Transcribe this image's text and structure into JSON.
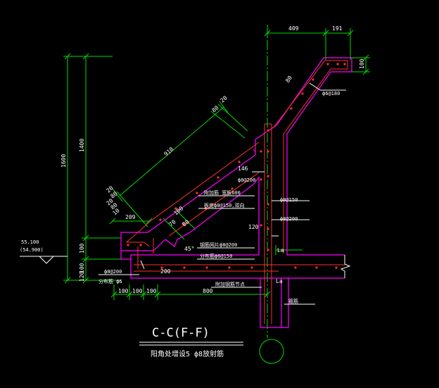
{
  "title": "C-C(F-F)",
  "subtitle": "阳角处增设5 ф8放射筋",
  "dims": {
    "top_409": "409",
    "top_191": "191",
    "right_100": "100",
    "h_1600": "1600",
    "h_1400": "1400",
    "v_100a": "100",
    "v_100b": "100",
    "v_120": "120",
    "slope_910": "910",
    "slope_80a": "80",
    "slope_20a": "20",
    "slope_80b": "80",
    "slope_20b": "20",
    "d_80c": "80",
    "d_20c": "20",
    "d_10": "10",
    "d_209": "209",
    "d_100s": "100",
    "d_70": "70",
    "d_80r": "80",
    "d_146": "146",
    "d_120": "120",
    "b_100a": "100",
    "b_100b": "100",
    "b_100c": "100",
    "b_800": "800",
    "b_200": "200",
    "angle": "45°"
  },
  "labels": {
    "level_top": "55.100",
    "level_bottom": "(54.900)",
    "rebar_a": "ф6@180",
    "rebar_b": "ф8@200",
    "rebar_c": "ф8@150",
    "rebar_d": "ф8@200",
    "rebar_e": "ф8@200",
    "note_a1": "附加筋 宽板600",
    "note_a2": "板底ф8@150,双向",
    "note_b1": "钢筋网片ф8@200",
    "note_b2": "分布筋ф6@150",
    "note_c": "分布筋 ф6",
    "note_d": "附加钢筋节点",
    "note_e": "箍筋",
    "la_1": "La",
    "la_2": "La"
  },
  "colors": {
    "background": "#000000",
    "dimension": "#00dd00",
    "outline": "#ff00ff",
    "rebar": "#ff3030",
    "text": "#ffffff"
  }
}
